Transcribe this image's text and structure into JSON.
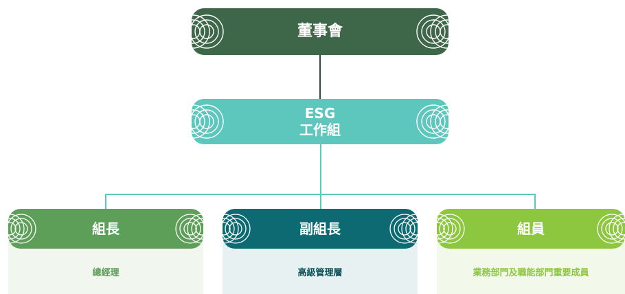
{
  "colors": {
    "board": "#3e6648",
    "esg": "#5ec7bd",
    "leader": "#5d9e58",
    "deputy": "#0d6a73",
    "member": "#8dc63f",
    "connector_dark": "#2f4a3a",
    "connector_teal": "#5ec7bd",
    "leader_panel_bg": "#f1f6ef",
    "deputy_panel_bg": "#e8f1f2",
    "member_panel_bg": "#f3f9ea",
    "leader_text": "#5d9e58",
    "deputy_text": "#0d4f57",
    "member_text": "#8dc63f"
  },
  "board": {
    "label": "董事會"
  },
  "esg_group": {
    "line1": "ESG",
    "line2": "工作組"
  },
  "leader": {
    "label": "組長",
    "desc": "總經理"
  },
  "deputy": {
    "label": "副組長",
    "desc": "高級管理層"
  },
  "member": {
    "label": "組員",
    "desc": "業務部門及職能部門重要成員"
  }
}
